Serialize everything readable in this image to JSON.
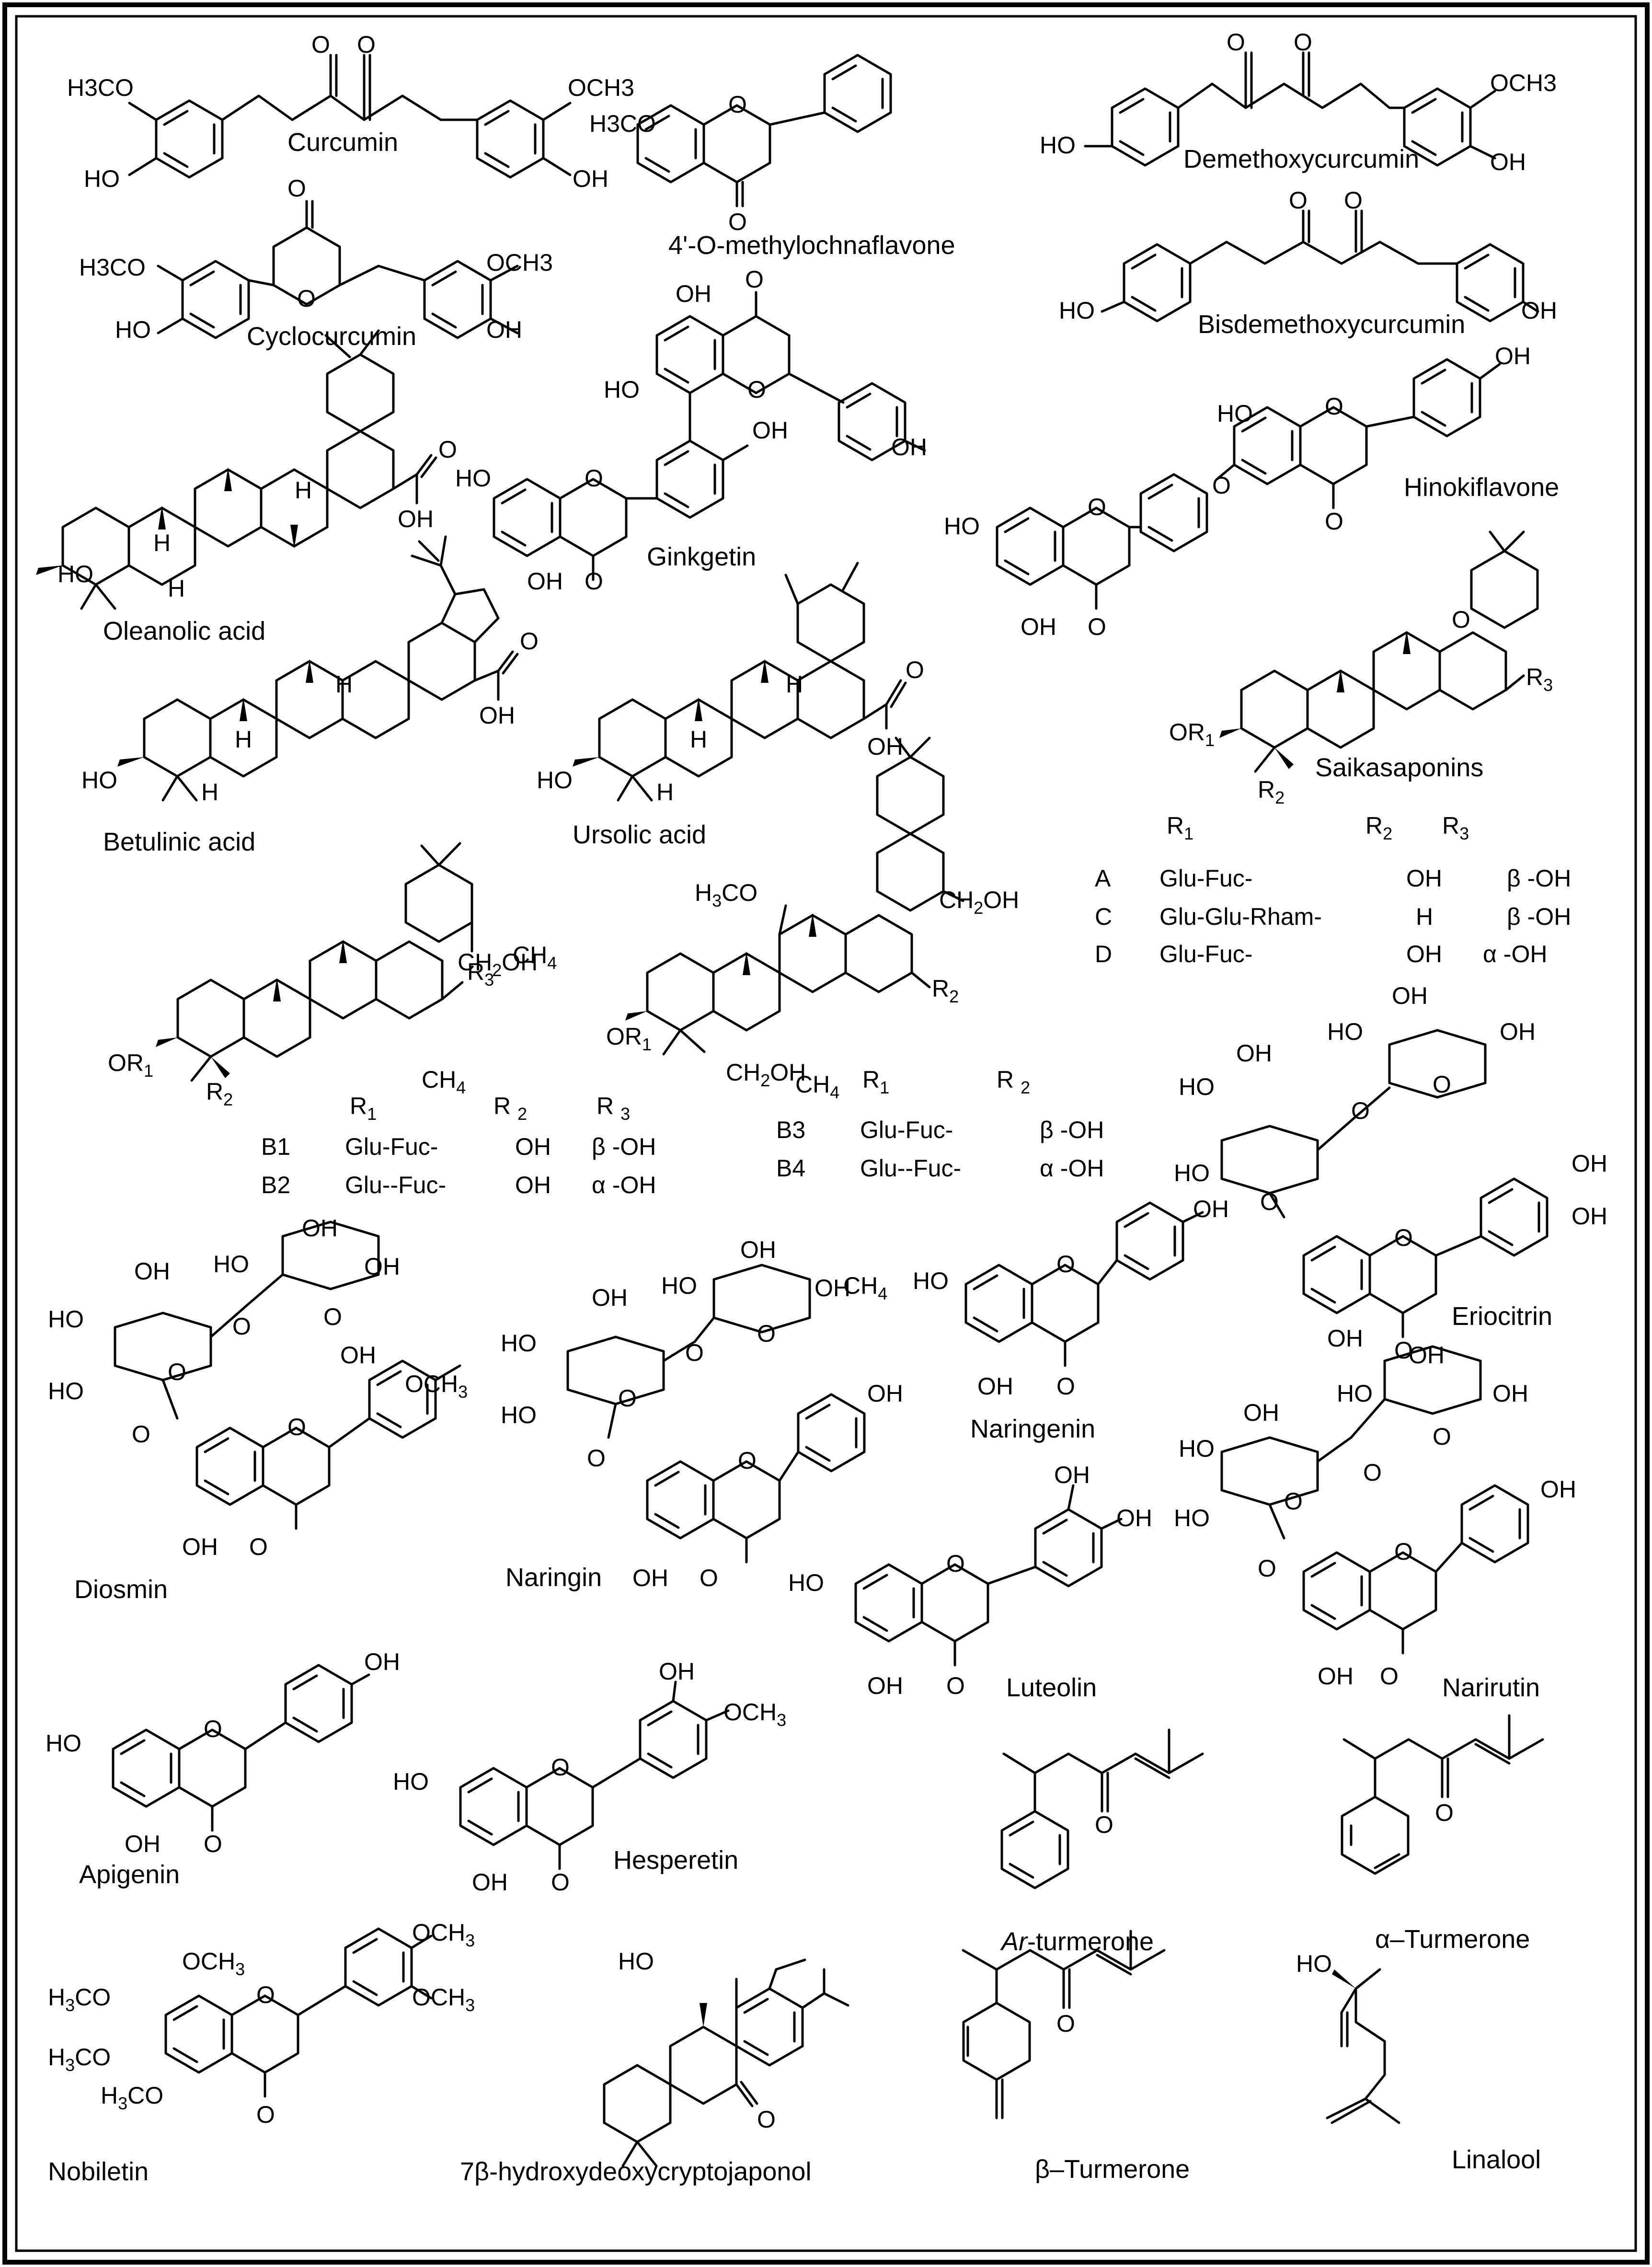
{
  "compounds": {
    "curcumin": "Curcumin",
    "methylochnaflavone": "4'-O-methylochnaflavone",
    "demethoxycurcumin": "Demethoxycurcumin",
    "cyclocurcumin": "Cyclocurcumin",
    "bisdemethoxycurcumin": "Bisdemethoxycurcumin",
    "oleanolic_acid": "Oleanolic acid",
    "ginkgetin": "Ginkgetin",
    "hinokiflavone": "Hinokiflavone",
    "betulinic_acid": "Betulinic acid",
    "ursolic_acid": "Ursolic acid",
    "saikasaponins": "Saikasaponins",
    "eriocitrin": "Eriocitrin",
    "diosmin": "Diosmin",
    "naringin": "Naringin",
    "naringenin": "Naringenin",
    "luteolin": "Luteolin",
    "narirutin": "Narirutin",
    "apigenin": "Apigenin",
    "hesperetin": "Hesperetin",
    "ar_turmerone_prefix": "Ar",
    "ar_turmerone_suffix": "-turmerone",
    "alpha_turmerone": "α–Turmerone",
    "nobiletin": "Nobiletin",
    "hydroxydeoxycryptojaponol": "7β-hydroxydeoxycryptojaponol",
    "beta_turmerone": "β–Turmerone",
    "linalool": "Linalool"
  },
  "atoms": {
    "h3co": "H3CO",
    "och3": "OCH3",
    "ho": "HO",
    "oh": "OH",
    "o": "O",
    "h": "H",
    "ch2oh": "CH2OH",
    "ch4": "CH4",
    "or1": "OR1",
    "r2": "R2",
    "r3": "R3"
  },
  "saikasaponin_table": {
    "headers": [
      "R1",
      "R2",
      "R3"
    ],
    "rows": [
      {
        "id": "A",
        "r1": "Glu-Fuc-",
        "r2": "OH",
        "r3": "β -OH"
      },
      {
        "id": "C",
        "r1": "Glu-Glu-Rham-",
        "r2": "H",
        "r3": "β -OH"
      },
      {
        "id": "D",
        "r1": "Glu-Fuc-",
        "r2": "OH",
        "r3": "α -OH"
      }
    ]
  },
  "b_table": {
    "headers": [
      "R1",
      "R 2",
      "R 3"
    ],
    "rows": [
      {
        "id": "B1",
        "r1": "Glu-Fuc-",
        "r2": "OH",
        "r3": "β -OH"
      },
      {
        "id": "B2",
        "r1": "Glu--Fuc-",
        "r2": "OH",
        "r3": "α -OH"
      }
    ]
  },
  "b3_table": {
    "headers": [
      "R1",
      "R 2"
    ],
    "rows": [
      {
        "id": "B3",
        "r1": "Glu-Fuc-",
        "r2": "β -OH"
      },
      {
        "id": "B4",
        "r1": "Glu--Fuc-",
        "r2": "α -OH"
      }
    ]
  }
}
